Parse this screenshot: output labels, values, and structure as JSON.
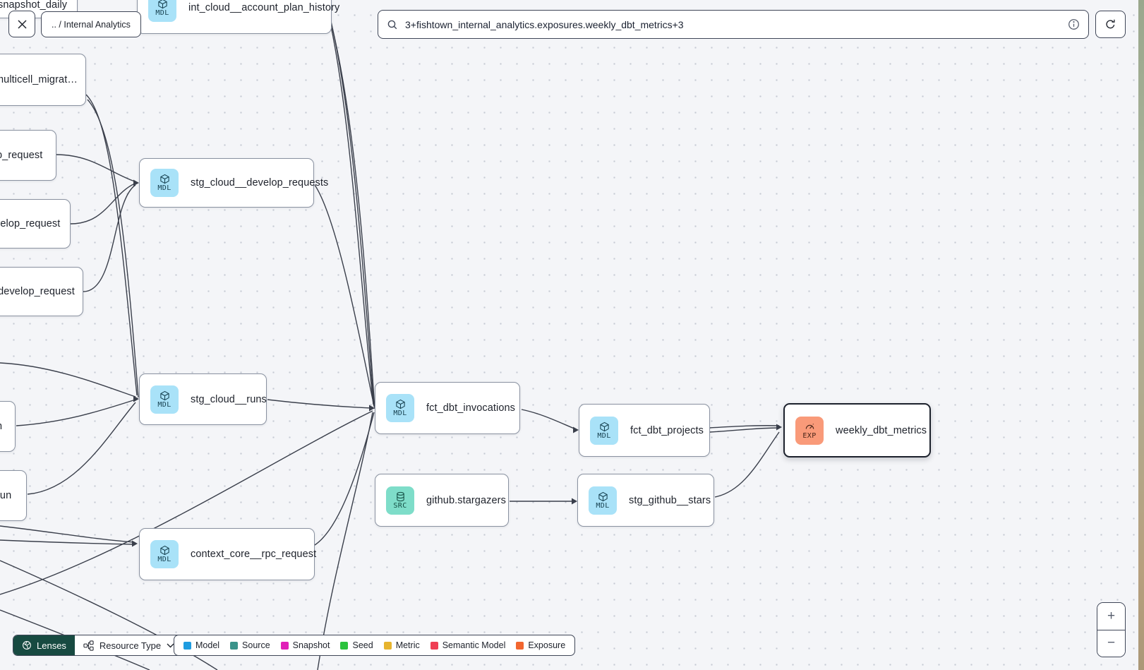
{
  "breadcrumb": {
    "label": ".. / Internal Analytics"
  },
  "search": {
    "value": "3+fishtown_internal_analytics.exposures.weekly_dbt_metrics+3"
  },
  "nodes": {
    "snapshot_daily": {
      "label": "snapshot_daily"
    },
    "multicell_migration": {
      "label": "multicell_migrat…"
    },
    "p_request": {
      "label": "p_request"
    },
    "velop_request": {
      "label": "velop_request"
    },
    "dot_develop_request": {
      "label": ".develop_request"
    },
    "n_partial": {
      "label": "n"
    },
    "run_partial": {
      "label": "run"
    },
    "int_cloud_account_plan_history": {
      "label": "int_cloud__account_plan_history",
      "badge": "MDL"
    },
    "stg_cloud_develop_requests": {
      "label": "stg_cloud__develop_requests",
      "badge": "MDL"
    },
    "stg_cloud_runs": {
      "label": "stg_cloud__runs",
      "badge": "MDL"
    },
    "fct_dbt_invocations": {
      "label": "fct_dbt_invocations",
      "badge": "MDL"
    },
    "fct_dbt_projects": {
      "label": "fct_dbt_projects",
      "badge": "MDL"
    },
    "weekly_dbt_metrics": {
      "label": "weekly_dbt_metrics",
      "badge": "EXP"
    },
    "github_stargazers": {
      "label": "github.stargazers",
      "badge": "SRC"
    },
    "stg_github_stars": {
      "label": "stg_github__stars",
      "badge": "MDL"
    },
    "context_core_rpc_request": {
      "label": "context_core__rpc_request",
      "badge": "MDL"
    }
  },
  "toolbar": {
    "lenses_label": "Lenses",
    "resource_type_label": "Resource Type"
  },
  "legend": {
    "items": [
      {
        "label": "Model",
        "color": "#1e9ce0"
      },
      {
        "label": "Source",
        "color": "#3a938a"
      },
      {
        "label": "Snapshot",
        "color": "#e020b8"
      },
      {
        "label": "Seed",
        "color": "#2bc23d"
      },
      {
        "label": "Metric",
        "color": "#e7b42e"
      },
      {
        "label": "Semantic Model",
        "color": "#ef3e54"
      },
      {
        "label": "Exposure",
        "color": "#f2662f"
      }
    ]
  },
  "zoom_controls": {
    "zoom_in": "+",
    "zoom_out": "−"
  },
  "colors": {
    "model_badge": "#a9e2f8",
    "source_badge": "#7eddc9",
    "exposure_badge": "#f99a79",
    "lenses_button": "#174a41",
    "edge": "#3a3f4b"
  },
  "icons": {
    "close": "✕",
    "search": "magnifier",
    "info": "circled-i",
    "refresh": "circular-arrow",
    "lenses": "aperture",
    "resource_type": "graph-squares",
    "chevron": "chevron-down",
    "model": "cube",
    "source": "database",
    "exposure": "gauge"
  }
}
